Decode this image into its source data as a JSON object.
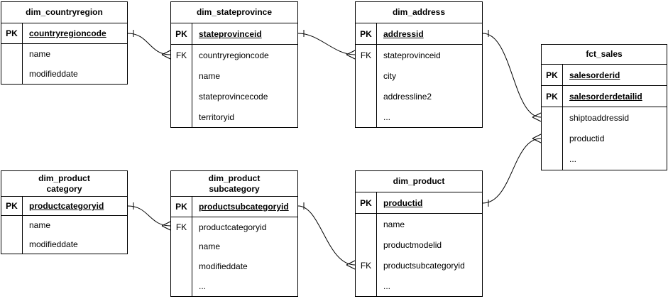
{
  "colors": {
    "line": "#000000",
    "background": "#ffffff",
    "text": "#000000"
  },
  "tables": [
    {
      "name": "dim_countryregion",
      "title_lines": [
        "dim_countryregion"
      ],
      "rows": [
        {
          "key": "PK",
          "field": "countryregioncode"
        },
        {
          "key": "",
          "field": "name"
        },
        {
          "key": "",
          "field": "modifieddate"
        }
      ]
    },
    {
      "name": "dim_stateprovince",
      "title_lines": [
        "dim_stateprovince"
      ],
      "rows": [
        {
          "key": "PK",
          "field": "stateprovinceid"
        },
        {
          "key": "FK",
          "field": "countryregioncode"
        },
        {
          "key": "",
          "field": "name"
        },
        {
          "key": "",
          "field": "stateprovincecode"
        },
        {
          "key": "",
          "field": "territoryid"
        }
      ]
    },
    {
      "name": "dim_address",
      "title_lines": [
        "dim_address"
      ],
      "rows": [
        {
          "key": "PK",
          "field": "addressid"
        },
        {
          "key": "FK",
          "field": "stateprovinceid"
        },
        {
          "key": "",
          "field": "city"
        },
        {
          "key": "",
          "field": "addressline2"
        },
        {
          "key": "",
          "field": "..."
        }
      ]
    },
    {
      "name": "fct_sales",
      "title_lines": [
        "fct_sales"
      ],
      "rows": [
        {
          "key": "PK",
          "field": "salesorderid"
        },
        {
          "key": "PK",
          "field": "salesorderdetailid"
        },
        {
          "key": "",
          "field": "shiptoaddressid"
        },
        {
          "key": "",
          "field": "productid"
        },
        {
          "key": "",
          "field": "..."
        }
      ]
    },
    {
      "name": "dim_productcategory",
      "title_lines": [
        "dim_product",
        "category"
      ],
      "rows": [
        {
          "key": "PK",
          "field": "productcategoryid"
        },
        {
          "key": "",
          "field": "name"
        },
        {
          "key": "",
          "field": "modifieddate"
        }
      ]
    },
    {
      "name": "dim_productsubcategory",
      "title_lines": [
        "dim_product",
        "subcategory"
      ],
      "rows": [
        {
          "key": "PK",
          "field": "productsubcategoryid"
        },
        {
          "key": "FK",
          "field": "productcategoryid"
        },
        {
          "key": "",
          "field": "name"
        },
        {
          "key": "",
          "field": "modifieddate"
        },
        {
          "key": "",
          "field": "..."
        }
      ]
    },
    {
      "name": "dim_product",
      "title_lines": [
        "dim_product"
      ],
      "rows": [
        {
          "key": "PK",
          "field": "productid"
        },
        {
          "key": "",
          "field": "name"
        },
        {
          "key": "",
          "field": "productmodelid"
        },
        {
          "key": "FK",
          "field": "productsubcategoryid"
        },
        {
          "key": "",
          "field": "..."
        }
      ]
    }
  ],
  "relationships": [
    {
      "from_table": "dim_countryregion",
      "from_column": "countryregioncode",
      "to_table": "dim_stateprovince",
      "to_column": "countryregioncode",
      "from_end": "one",
      "to_end": "many"
    },
    {
      "from_table": "dim_stateprovince",
      "from_column": "stateprovinceid",
      "to_table": "dim_address",
      "to_column": "stateprovinceid",
      "from_end": "one",
      "to_end": "many"
    },
    {
      "from_table": "dim_address",
      "from_column": "addressid",
      "to_table": "fct_sales",
      "to_column": "shiptoaddressid",
      "from_end": "one",
      "to_end": "many"
    },
    {
      "from_table": "dim_product",
      "from_column": "productid",
      "to_table": "fct_sales",
      "to_column": "productid",
      "from_end": "one",
      "to_end": "many"
    },
    {
      "from_table": "dim_productcategory",
      "from_column": "productcategoryid",
      "to_table": "dim_productsubcategory",
      "to_column": "productcategoryid",
      "from_end": "one",
      "to_end": "many"
    },
    {
      "from_table": "dim_productsubcategory",
      "from_column": "productsubcategoryid",
      "to_table": "dim_product",
      "to_column": "productsubcategoryid",
      "from_end": "one",
      "to_end": "many"
    }
  ]
}
